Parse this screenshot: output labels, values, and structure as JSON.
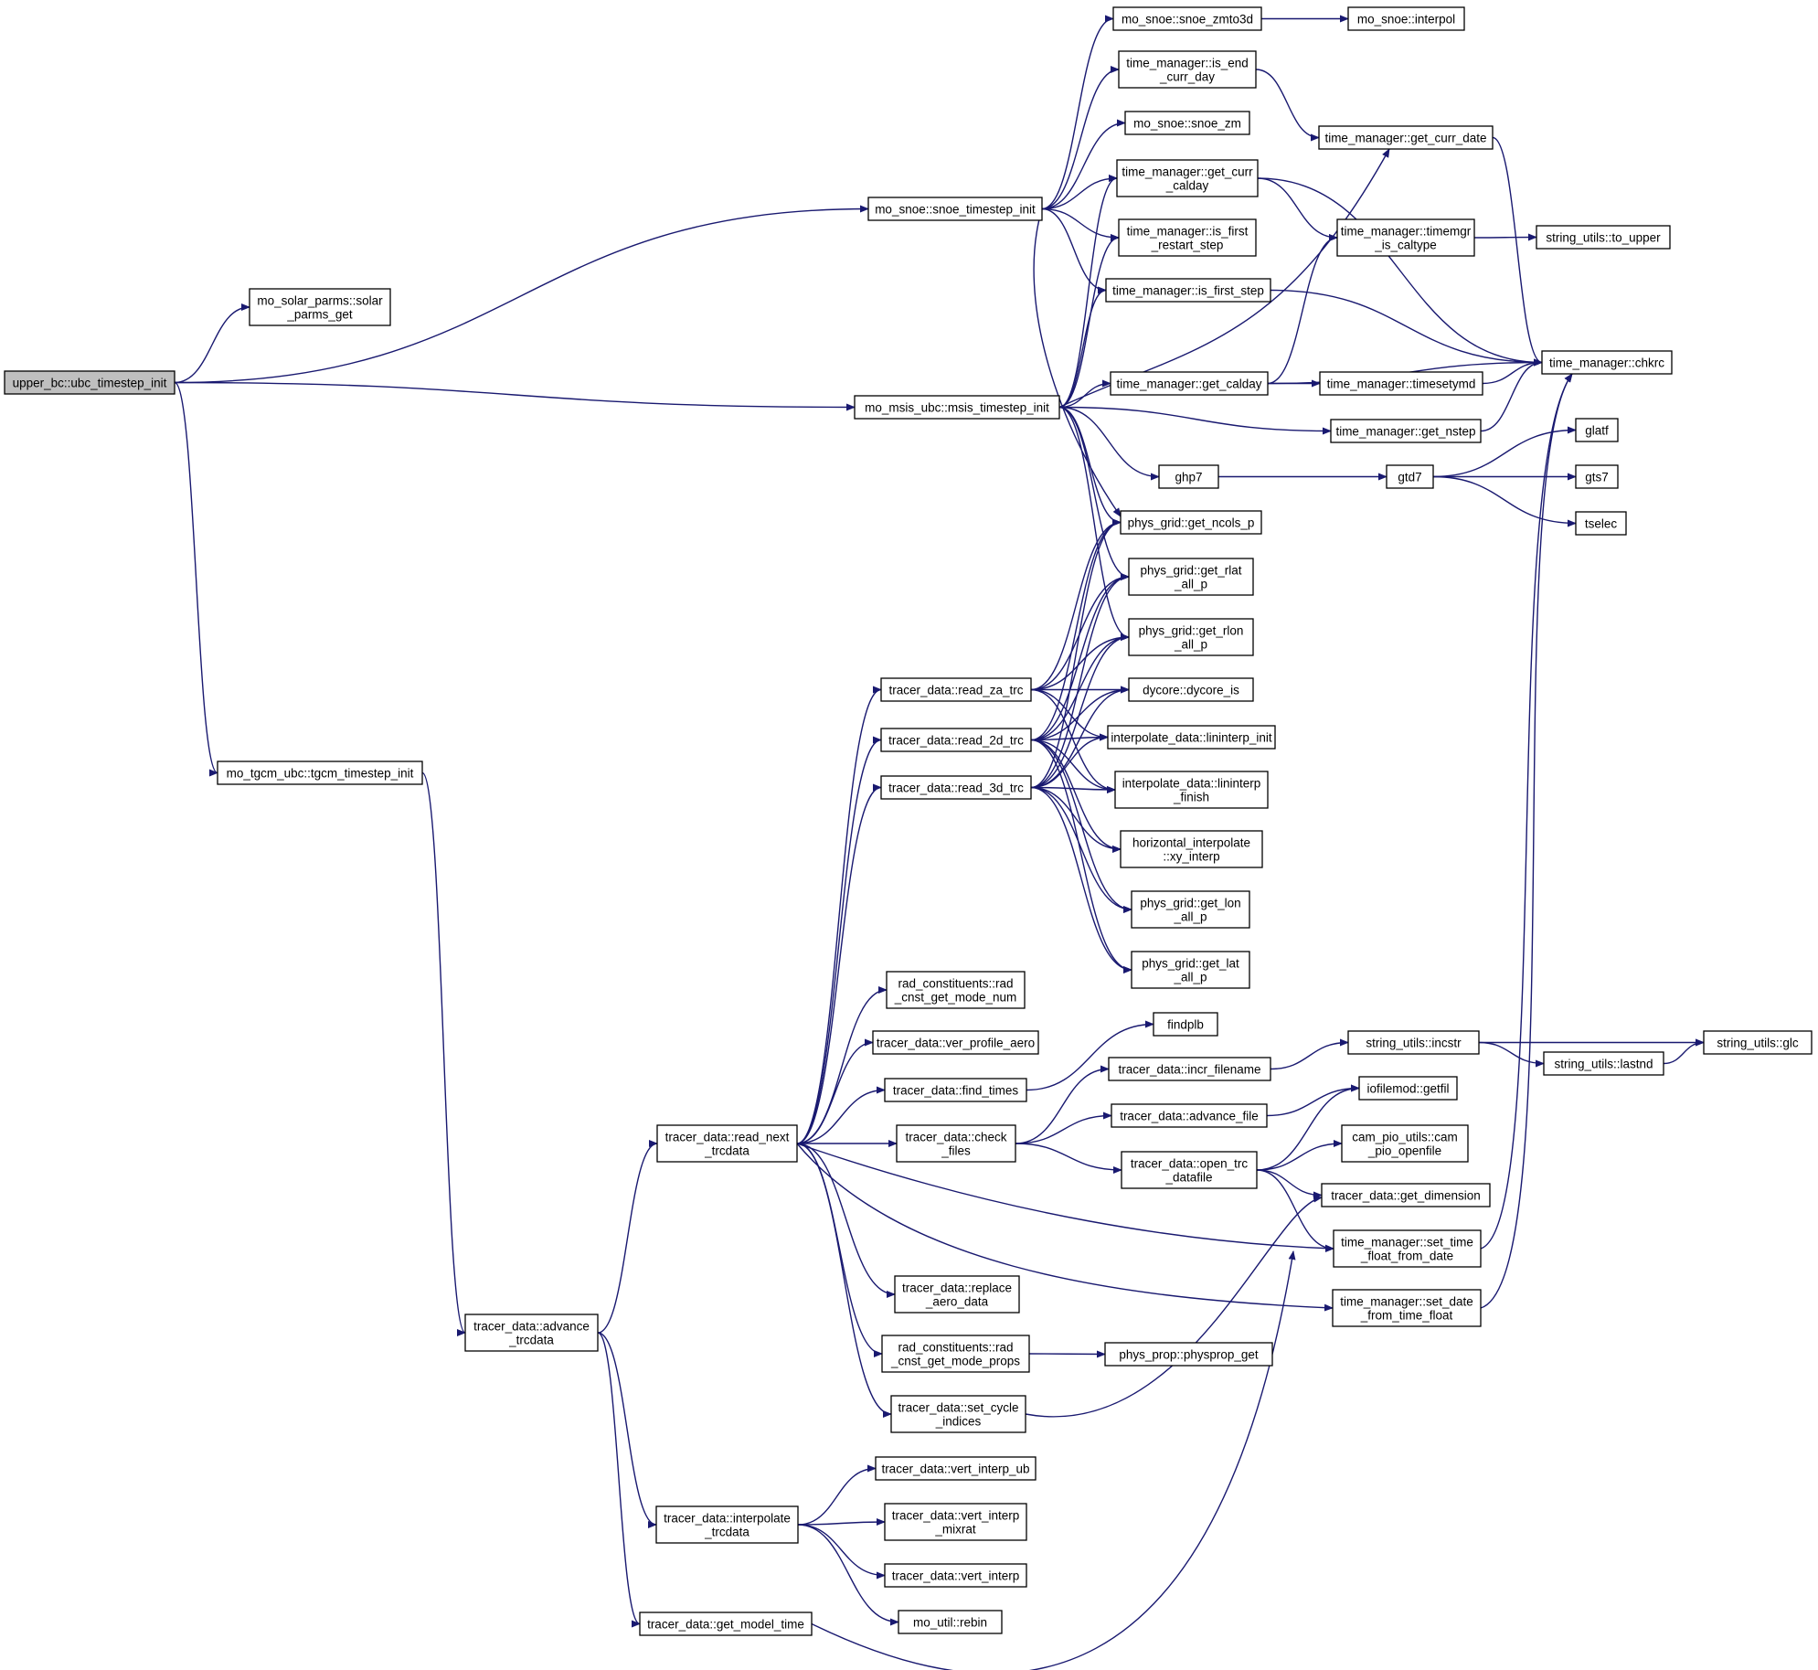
{
  "nodes": [
    {
      "id": "upper_bc_ubc_timestep_init",
      "lines": [
        "upper_bc::ubc_timestep_init"
      ],
      "root": true
    },
    {
      "id": "mo_solar_parms_solar_parms_get",
      "lines": [
        "mo_solar_parms::solar",
        "_parms_get"
      ]
    },
    {
      "id": "mo_snoe_snoe_timestep_init",
      "lines": [
        "mo_snoe::snoe_timestep_init"
      ]
    },
    {
      "id": "mo_msis_ubc_msis_timestep_init",
      "lines": [
        "mo_msis_ubc::msis_timestep_init"
      ]
    },
    {
      "id": "mo_tgcm_ubc_tgcm_timestep_init",
      "lines": [
        "mo_tgcm_ubc::tgcm_timestep_init"
      ]
    },
    {
      "id": "tracer_data_advance_trcdata",
      "lines": [
        "tracer_data::advance",
        "_trcdata"
      ]
    },
    {
      "id": "tracer_data_read_next_trcdata",
      "lines": [
        "tracer_data::read_next",
        "_trcdata"
      ]
    },
    {
      "id": "tracer_data_interpolate_trcdata",
      "lines": [
        "tracer_data::interpolate",
        "_trcdata"
      ]
    },
    {
      "id": "tracer_data_get_model_time",
      "lines": [
        "tracer_data::get_model_time"
      ]
    },
    {
      "id": "mo_snoe_snoe_zmto3d",
      "lines": [
        "mo_snoe::snoe_zmto3d"
      ]
    },
    {
      "id": "mo_snoe_interpol",
      "lines": [
        "mo_snoe::interpol"
      ]
    },
    {
      "id": "time_manager_is_end_curr_day",
      "lines": [
        "time_manager::is_end",
        "_curr_day"
      ]
    },
    {
      "id": "mo_snoe_snoe_zm",
      "lines": [
        "mo_snoe::snoe_zm"
      ]
    },
    {
      "id": "time_manager_get_curr_date",
      "lines": [
        "time_manager::get_curr_date"
      ]
    },
    {
      "id": "time_manager_get_curr_calday",
      "lines": [
        "time_manager::get_curr",
        "_calday"
      ]
    },
    {
      "id": "time_manager_is_first_restart_step",
      "lines": [
        "time_manager::is_first",
        "_restart_step"
      ]
    },
    {
      "id": "time_manager_is_first_step",
      "lines": [
        "time_manager::is_first_step"
      ]
    },
    {
      "id": "time_manager_timemgr_is_caltype",
      "lines": [
        "time_manager::timemgr",
        "_is_caltype"
      ]
    },
    {
      "id": "string_utils_to_upper",
      "lines": [
        "string_utils::to_upper"
      ]
    },
    {
      "id": "time_manager_chkrc",
      "lines": [
        "time_manager::chkrc"
      ]
    },
    {
      "id": "time_manager_get_calday",
      "lines": [
        "time_manager::get_calday"
      ]
    },
    {
      "id": "time_manager_timesetymd",
      "lines": [
        "time_manager::timesetymd"
      ]
    },
    {
      "id": "time_manager_get_nstep",
      "lines": [
        "time_manager::get_nstep"
      ]
    },
    {
      "id": "ghp7",
      "lines": [
        "ghp7"
      ]
    },
    {
      "id": "gtd7",
      "lines": [
        "gtd7"
      ]
    },
    {
      "id": "glatf",
      "lines": [
        "glatf"
      ]
    },
    {
      "id": "gts7",
      "lines": [
        "gts7"
      ]
    },
    {
      "id": "tselec",
      "lines": [
        "tselec"
      ]
    },
    {
      "id": "phys_grid_get_ncols_p",
      "lines": [
        "phys_grid::get_ncols_p"
      ]
    },
    {
      "id": "phys_grid_get_rlat_all_p",
      "lines": [
        "phys_grid::get_rlat",
        "_all_p"
      ]
    },
    {
      "id": "phys_grid_get_rlon_all_p",
      "lines": [
        "phys_grid::get_rlon",
        "_all_p"
      ]
    },
    {
      "id": "dycore_dycore_is",
      "lines": [
        "dycore::dycore_is"
      ]
    },
    {
      "id": "interpolate_data_lininterp_init",
      "lines": [
        "interpolate_data::lininterp_init"
      ]
    },
    {
      "id": "interpolate_data_lininterp_finish",
      "lines": [
        "interpolate_data::lininterp",
        "_finish"
      ]
    },
    {
      "id": "horizontal_interpolate_xy_interp",
      "lines": [
        "horizontal_interpolate",
        "::xy_interp"
      ]
    },
    {
      "id": "phys_grid_get_lon_all_p",
      "lines": [
        "phys_grid::get_lon",
        "_all_p"
      ]
    },
    {
      "id": "phys_grid_get_lat_all_p",
      "lines": [
        "phys_grid::get_lat",
        "_all_p"
      ]
    },
    {
      "id": "tracer_data_read_za_trc",
      "lines": [
        "tracer_data::read_za_trc"
      ]
    },
    {
      "id": "tracer_data_read_2d_trc",
      "lines": [
        "tracer_data::read_2d_trc"
      ]
    },
    {
      "id": "tracer_data_read_3d_trc",
      "lines": [
        "tracer_data::read_3d_trc"
      ]
    },
    {
      "id": "rad_constituents_rad_cnst_get_mode_num",
      "lines": [
        "rad_constituents::rad",
        "_cnst_get_mode_num"
      ]
    },
    {
      "id": "tracer_data_ver_profile_aero",
      "lines": [
        "tracer_data::ver_profile_aero"
      ]
    },
    {
      "id": "tracer_data_find_times",
      "lines": [
        "tracer_data::find_times"
      ]
    },
    {
      "id": "findplb",
      "lines": [
        "findplb"
      ]
    },
    {
      "id": "tracer_data_check_files",
      "lines": [
        "tracer_data::check",
        "_files"
      ]
    },
    {
      "id": "tracer_data_incr_filename",
      "lines": [
        "tracer_data::incr_filename"
      ]
    },
    {
      "id": "string_utils_incstr",
      "lines": [
        "string_utils::incstr"
      ]
    },
    {
      "id": "string_utils_glc",
      "lines": [
        "string_utils::glc"
      ]
    },
    {
      "id": "string_utils_lastnd",
      "lines": [
        "string_utils::lastnd"
      ]
    },
    {
      "id": "tracer_data_advance_file",
      "lines": [
        "tracer_data::advance_file"
      ]
    },
    {
      "id": "iofilemod_getfil",
      "lines": [
        "iofilemod::getfil"
      ]
    },
    {
      "id": "tracer_data_open_trc_datafile",
      "lines": [
        "tracer_data::open_trc",
        "_datafile"
      ]
    },
    {
      "id": "cam_pio_utils_cam_pio_openfile",
      "lines": [
        "cam_pio_utils::cam",
        "_pio_openfile"
      ]
    },
    {
      "id": "tracer_data_get_dimension",
      "lines": [
        "tracer_data::get_dimension"
      ]
    },
    {
      "id": "time_manager_set_time_float_from_date",
      "lines": [
        "time_manager::set_time",
        "_float_from_date"
      ]
    },
    {
      "id": "time_manager_set_date_from_time_float",
      "lines": [
        "time_manager::set_date",
        "_from_time_float"
      ]
    },
    {
      "id": "tracer_data_replace_aero_data",
      "lines": [
        "tracer_data::replace",
        "_aero_data"
      ]
    },
    {
      "id": "rad_constituents_rad_cnst_get_mode_props",
      "lines": [
        "rad_constituents::rad",
        "_cnst_get_mode_props"
      ]
    },
    {
      "id": "phys_prop_physprop_get",
      "lines": [
        "phys_prop::physprop_get"
      ]
    },
    {
      "id": "tracer_data_set_cycle_indices",
      "lines": [
        "tracer_data::set_cycle",
        "_indices"
      ]
    },
    {
      "id": "tracer_data_vert_interp_ub",
      "lines": [
        "tracer_data::vert_interp_ub"
      ]
    },
    {
      "id": "tracer_data_vert_interp_mixrat",
      "lines": [
        "tracer_data::vert_interp",
        "_mixrat"
      ]
    },
    {
      "id": "tracer_data_vert_interp",
      "lines": [
        "tracer_data::vert_interp"
      ]
    },
    {
      "id": "mo_util_rebin",
      "lines": [
        "mo_util::rebin"
      ]
    }
  ],
  "edges": [
    [
      "upper_bc_ubc_timestep_init",
      "mo_solar_parms_solar_parms_get"
    ],
    [
      "upper_bc_ubc_timestep_init",
      "mo_snoe_snoe_timestep_init"
    ],
    [
      "upper_bc_ubc_timestep_init",
      "mo_msis_ubc_msis_timestep_init"
    ],
    [
      "upper_bc_ubc_timestep_init",
      "mo_tgcm_ubc_tgcm_timestep_init"
    ],
    [
      "mo_snoe_snoe_timestep_init",
      "mo_snoe_snoe_zmto3d"
    ],
    [
      "mo_snoe_snoe_timestep_init",
      "time_manager_is_end_curr_day"
    ],
    [
      "mo_snoe_snoe_timestep_init",
      "mo_snoe_snoe_zm"
    ],
    [
      "mo_snoe_snoe_timestep_init",
      "time_manager_get_curr_calday"
    ],
    [
      "mo_snoe_snoe_timestep_init",
      "time_manager_is_first_restart_step"
    ],
    [
      "mo_snoe_snoe_timestep_init",
      "time_manager_is_first_step"
    ],
    [
      "mo_snoe_snoe_timestep_init",
      "phys_grid_get_ncols_p"
    ],
    [
      "mo_snoe_snoe_zmto3d",
      "mo_snoe_interpol"
    ],
    [
      "time_manager_is_end_curr_day",
      "time_manager_get_curr_date"
    ],
    [
      "time_manager_get_curr_date",
      "time_manager_chkrc"
    ],
    [
      "time_manager_get_curr_calday",
      "time_manager_timemgr_is_caltype"
    ],
    [
      "time_manager_get_curr_calday",
      "time_manager_chkrc"
    ],
    [
      "time_manager_timemgr_is_caltype",
      "string_utils_to_upper"
    ],
    [
      "time_manager_is_first_step",
      "time_manager_chkrc"
    ],
    [
      "mo_msis_ubc_msis_timestep_init",
      "time_manager_get_curr_date"
    ],
    [
      "mo_msis_ubc_msis_timestep_init",
      "time_manager_get_curr_calday"
    ],
    [
      "mo_msis_ubc_msis_timestep_init",
      "time_manager_is_first_restart_step"
    ],
    [
      "mo_msis_ubc_msis_timestep_init",
      "time_manager_is_first_step"
    ],
    [
      "mo_msis_ubc_msis_timestep_init",
      "time_manager_get_calday"
    ],
    [
      "mo_msis_ubc_msis_timestep_init",
      "time_manager_get_nstep"
    ],
    [
      "mo_msis_ubc_msis_timestep_init",
      "ghp7"
    ],
    [
      "mo_msis_ubc_msis_timestep_init",
      "phys_grid_get_ncols_p"
    ],
    [
      "mo_msis_ubc_msis_timestep_init",
      "phys_grid_get_rlat_all_p"
    ],
    [
      "mo_msis_ubc_msis_timestep_init",
      "phys_grid_get_rlon_all_p"
    ],
    [
      "time_manager_get_calday",
      "time_manager_timemgr_is_caltype"
    ],
    [
      "time_manager_get_calday",
      "time_manager_timesetymd"
    ],
    [
      "time_manager_get_calday",
      "time_manager_chkrc"
    ],
    [
      "time_manager_timesetymd",
      "time_manager_chkrc"
    ],
    [
      "time_manager_get_nstep",
      "time_manager_chkrc"
    ],
    [
      "ghp7",
      "gtd7"
    ],
    [
      "gtd7",
      "glatf"
    ],
    [
      "gtd7",
      "gts7"
    ],
    [
      "gtd7",
      "tselec"
    ],
    [
      "mo_tgcm_ubc_tgcm_timestep_init",
      "tracer_data_advance_trcdata"
    ],
    [
      "tracer_data_advance_trcdata",
      "tracer_data_read_next_trcdata"
    ],
    [
      "tracer_data_advance_trcdata",
      "tracer_data_interpolate_trcdata"
    ],
    [
      "tracer_data_advance_trcdata",
      "tracer_data_get_model_time"
    ],
    [
      "tracer_data_read_next_trcdata",
      "tracer_data_read_za_trc"
    ],
    [
      "tracer_data_read_next_trcdata",
      "tracer_data_read_2d_trc"
    ],
    [
      "tracer_data_read_next_trcdata",
      "tracer_data_read_3d_trc"
    ],
    [
      "tracer_data_read_next_trcdata",
      "rad_constituents_rad_cnst_get_mode_num"
    ],
    [
      "tracer_data_read_next_trcdata",
      "tracer_data_ver_profile_aero"
    ],
    [
      "tracer_data_read_next_trcdata",
      "tracer_data_find_times"
    ],
    [
      "tracer_data_read_next_trcdata",
      "tracer_data_check_files"
    ],
    [
      "tracer_data_read_next_trcdata",
      "time_manager_set_time_float_from_date"
    ],
    [
      "tracer_data_read_next_trcdata",
      "time_manager_set_date_from_time_float"
    ],
    [
      "tracer_data_read_next_trcdata",
      "tracer_data_replace_aero_data"
    ],
    [
      "tracer_data_read_next_trcdata",
      "rad_constituents_rad_cnst_get_mode_props"
    ],
    [
      "tracer_data_read_next_trcdata",
      "tracer_data_set_cycle_indices"
    ],
    [
      "tracer_data_read_za_trc",
      "phys_grid_get_ncols_p"
    ],
    [
      "tracer_data_read_za_trc",
      "phys_grid_get_rlat_all_p"
    ],
    [
      "tracer_data_read_za_trc",
      "phys_grid_get_rlon_all_p"
    ],
    [
      "tracer_data_read_za_trc",
      "dycore_dycore_is"
    ],
    [
      "tracer_data_read_za_trc",
      "interpolate_data_lininterp_init"
    ],
    [
      "tracer_data_read_za_trc",
      "interpolate_data_lininterp_finish"
    ],
    [
      "tracer_data_read_2d_trc",
      "phys_grid_get_ncols_p"
    ],
    [
      "tracer_data_read_2d_trc",
      "phys_grid_get_rlat_all_p"
    ],
    [
      "tracer_data_read_2d_trc",
      "phys_grid_get_rlon_all_p"
    ],
    [
      "tracer_data_read_2d_trc",
      "dycore_dycore_is"
    ],
    [
      "tracer_data_read_2d_trc",
      "interpolate_data_lininterp_init"
    ],
    [
      "tracer_data_read_2d_trc",
      "interpolate_data_lininterp_finish"
    ],
    [
      "tracer_data_read_2d_trc",
      "horizontal_interpolate_xy_interp"
    ],
    [
      "tracer_data_read_2d_trc",
      "phys_grid_get_lon_all_p"
    ],
    [
      "tracer_data_read_2d_trc",
      "phys_grid_get_lat_all_p"
    ],
    [
      "tracer_data_read_3d_trc",
      "phys_grid_get_ncols_p"
    ],
    [
      "tracer_data_read_3d_trc",
      "phys_grid_get_rlat_all_p"
    ],
    [
      "tracer_data_read_3d_trc",
      "phys_grid_get_rlon_all_p"
    ],
    [
      "tracer_data_read_3d_trc",
      "dycore_dycore_is"
    ],
    [
      "tracer_data_read_3d_trc",
      "interpolate_data_lininterp_init"
    ],
    [
      "tracer_data_read_3d_trc",
      "interpolate_data_lininterp_finish"
    ],
    [
      "tracer_data_read_3d_trc",
      "horizontal_interpolate_xy_interp"
    ],
    [
      "tracer_data_read_3d_trc",
      "phys_grid_get_lon_all_p"
    ],
    [
      "tracer_data_read_3d_trc",
      "phys_grid_get_lat_all_p"
    ],
    [
      "tracer_data_find_times",
      "findplb"
    ],
    [
      "tracer_data_check_files",
      "tracer_data_incr_filename"
    ],
    [
      "tracer_data_check_files",
      "tracer_data_advance_file"
    ],
    [
      "tracer_data_check_files",
      "tracer_data_open_trc_datafile"
    ],
    [
      "tracer_data_incr_filename",
      "string_utils_incstr"
    ],
    [
      "string_utils_incstr",
      "string_utils_glc"
    ],
    [
      "string_utils_incstr",
      "string_utils_lastnd"
    ],
    [
      "string_utils_lastnd",
      "string_utils_glc"
    ],
    [
      "tracer_data_advance_file",
      "iofilemod_getfil"
    ],
    [
      "tracer_data_open_trc_datafile",
      "iofilemod_getfil"
    ],
    [
      "tracer_data_open_trc_datafile",
      "cam_pio_utils_cam_pio_openfile"
    ],
    [
      "tracer_data_open_trc_datafile",
      "tracer_data_get_dimension"
    ],
    [
      "tracer_data_open_trc_datafile",
      "time_manager_set_time_float_from_date"
    ],
    [
      "time_manager_set_time_float_from_date",
      "time_manager_chkrc"
    ],
    [
      "time_manager_set_date_from_time_float",
      "time_manager_chkrc"
    ],
    [
      "rad_constituents_rad_cnst_get_mode_props",
      "phys_prop_physprop_get"
    ],
    [
      "tracer_data_set_cycle_indices",
      "tracer_data_get_dimension"
    ],
    [
      "tracer_data_interpolate_trcdata",
      "tracer_data_vert_interp_ub"
    ],
    [
      "tracer_data_interpolate_trcdata",
      "tracer_data_vert_interp_mixrat"
    ],
    [
      "tracer_data_interpolate_trcdata",
      "tracer_data_vert_interp"
    ],
    [
      "tracer_data_interpolate_trcdata",
      "mo_util_rebin"
    ],
    [
      "tracer_data_get_model_time",
      "time_manager_set_time_float_from_date"
    ]
  ],
  "colors": {
    "edge": "#191970",
    "root_fill": "#bfbfbf",
    "node_fill": "#ffffff",
    "node_border": "#000000"
  }
}
